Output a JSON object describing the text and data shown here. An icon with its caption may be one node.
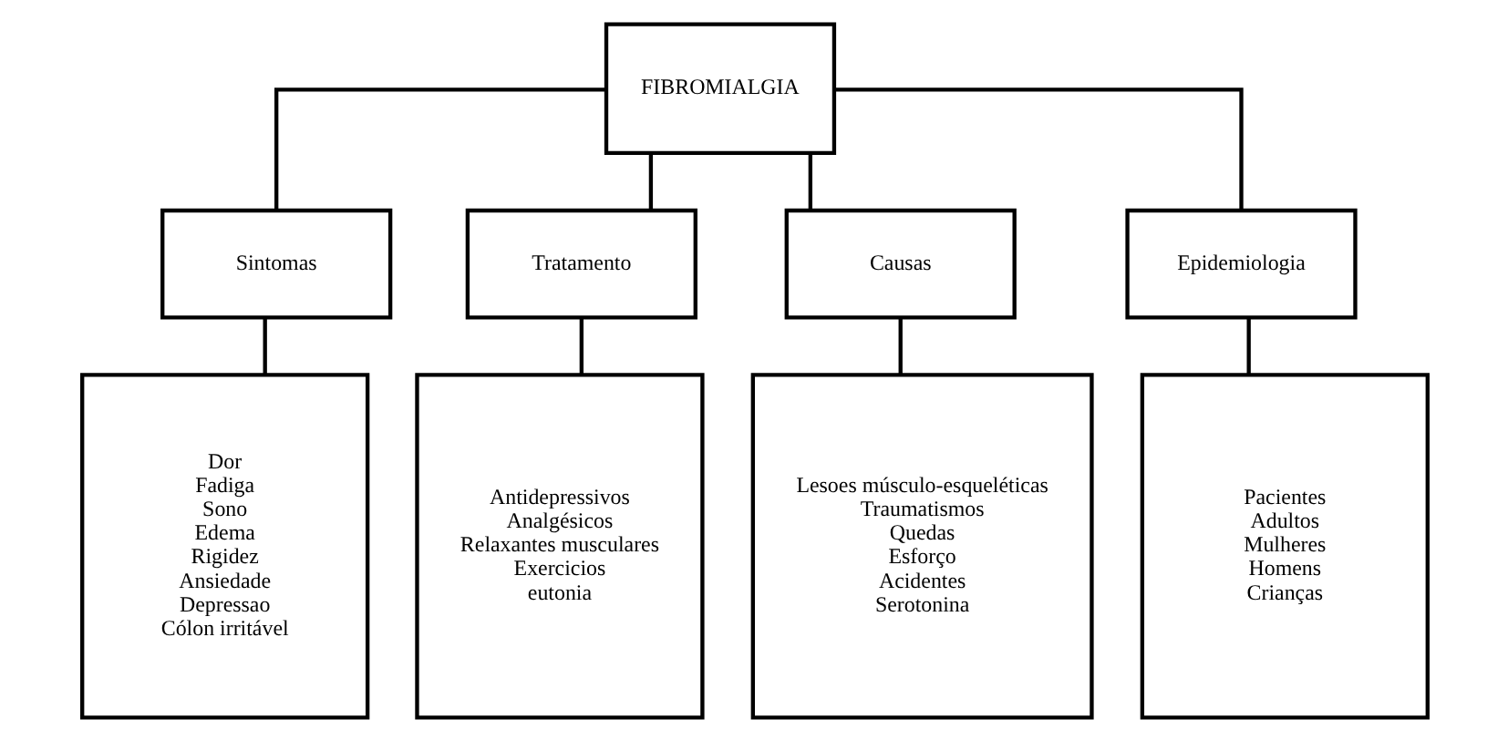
{
  "diagram": {
    "nodes": [
      {
        "text": [
          "FIBROMIALGIA"
        ]
      },
      {
        "text": [
          "Sintomas"
        ]
      },
      {
        "text": [
          "Tratamento"
        ]
      },
      {
        "text": [
          "Causas"
        ]
      },
      {
        "text": [
          "Epidemiologia"
        ]
      },
      {
        "text": [
          "Dor",
          "Fadiga",
          "Sono",
          "Edema",
          "Rigidez",
          "Ansiedade",
          "Depressao",
          "Cólon irritável"
        ]
      },
      {
        "text": [
          "Antidepressivos",
          "Analgésicos",
          "Relaxantes musculares",
          "Exercicios",
          "eutonia"
        ]
      },
      {
        "text": [
          "Lesoes músculo-esqueléticas",
          "Traumatismos",
          "Quedas",
          "Esforço",
          "Acidentes",
          "Serotonina"
        ]
      },
      {
        "text": [
          "Pacientes",
          "Adultos",
          "Mulheres",
          "Homens",
          "Crianças"
        ]
      }
    ],
    "edges": [
      {
        "from": 0,
        "to": 1,
        "arrow": "none"
      },
      {
        "from": 0,
        "to": 2,
        "arrow": "none"
      },
      {
        "from": 0,
        "to": 3,
        "arrow": "none"
      },
      {
        "from": 0,
        "to": 4,
        "arrow": "none"
      },
      {
        "from": 1,
        "to": 5,
        "arrow": "none"
      },
      {
        "from": 2,
        "to": 6,
        "arrow": "none"
      },
      {
        "from": 3,
        "to": 7,
        "arrow": "none"
      },
      {
        "from": 4,
        "to": 8,
        "arrow": "none"
      }
    ]
  }
}
